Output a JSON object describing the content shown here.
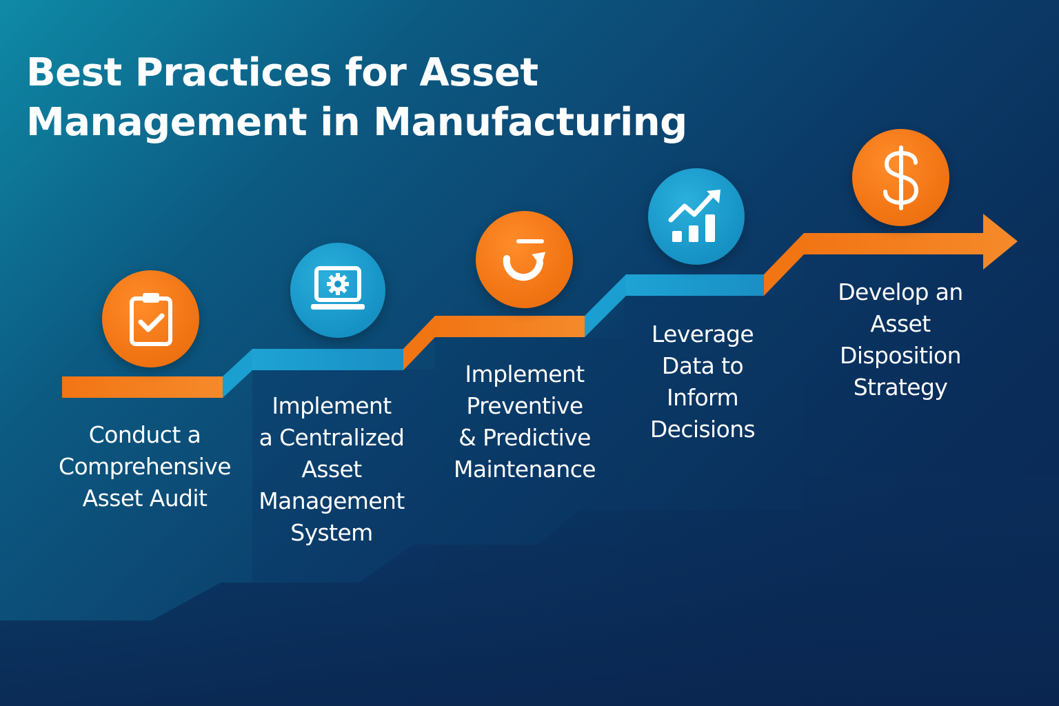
{
  "title": {
    "line1": "Best Practices for Asset",
    "line2": "Management in Manufacturing"
  },
  "colors": {
    "orange": "#f27514",
    "blue": "#1a9fd0",
    "white": "#ffffff",
    "background_dark": "#0a2750",
    "background_teal": "#0f8aa6"
  },
  "steps": [
    {
      "icon": "clipboard-check-icon",
      "color": "orange",
      "lines": [
        "Conduct a",
        "Comprehensive",
        "Asset Audit"
      ]
    },
    {
      "icon": "laptop-gear-icon",
      "color": "blue",
      "lines": [
        "Implement",
        "a Centralized",
        "Asset",
        "Management",
        "System"
      ]
    },
    {
      "icon": "rotate-arrow-icon",
      "color": "orange",
      "lines": [
        "Implement",
        "Preventive",
        "& Predictive",
        "Maintenance"
      ]
    },
    {
      "icon": "growth-chart-icon",
      "color": "blue",
      "lines": [
        "Leverage",
        "Data to",
        "Inform",
        "Decisions"
      ]
    },
    {
      "icon": "dollar-sign-icon",
      "color": "orange",
      "lines": [
        "Develop an",
        "Asset",
        "Disposition",
        "Strategy"
      ]
    }
  ]
}
